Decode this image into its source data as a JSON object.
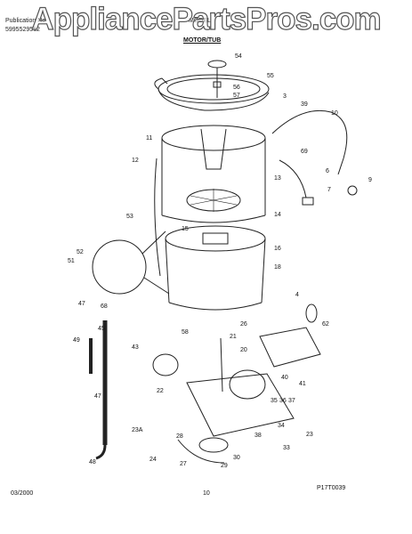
{
  "header": {
    "left_line1": "Publication No",
    "left_line2": "5995529512",
    "right_line1": "MODEL",
    "section_title": "MOTOR/TUB"
  },
  "watermark": "AppliancePartsPros.com",
  "callouts": [
    "54",
    "55",
    "56",
    "57",
    "3",
    "39",
    "10",
    "11",
    "69",
    "12",
    "6",
    "7",
    "9",
    "13",
    "53",
    "14",
    "15",
    "16",
    "18",
    "52",
    "51",
    "47",
    "68",
    "45",
    "49",
    "47",
    "48",
    "4",
    "62",
    "26",
    "58",
    "21",
    "20",
    "43",
    "40",
    "41",
    "22",
    "35",
    "36",
    "37",
    "34",
    "23",
    "23A",
    "28",
    "38",
    "33",
    "24",
    "27",
    "29",
    "30"
  ],
  "diagram_id": "P17T0039",
  "footer": {
    "date": "03/2000",
    "page": "10"
  }
}
